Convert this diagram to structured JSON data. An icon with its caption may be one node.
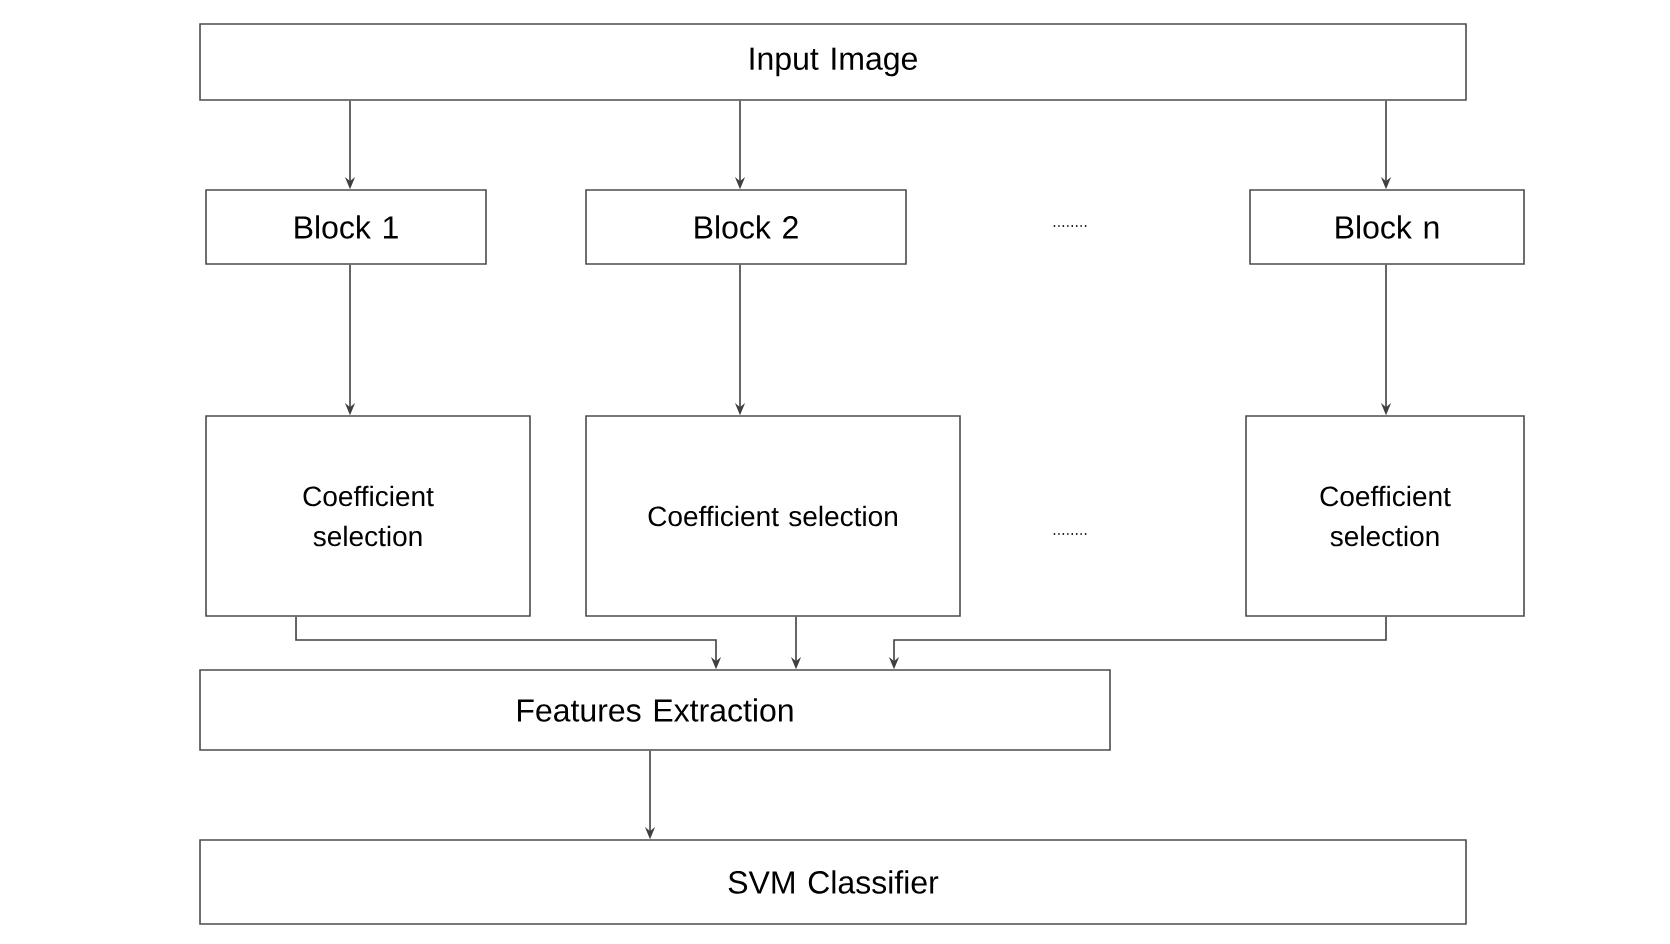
{
  "diagram": {
    "nodes": [
      {
        "text": [
          "Input Image"
        ]
      },
      {
        "text": [
          "Block 1"
        ]
      },
      {
        "text": [
          "Block 2"
        ]
      },
      {
        "text": [
          "Block n"
        ]
      },
      {
        "text": [
          "Coefficient selection"
        ]
      },
      {
        "text": [
          "Coefficient selection"
        ]
      },
      {
        "text": [
          "Coefficient selection"
        ]
      },
      {
        "text": [
          "Features Extraction"
        ]
      },
      {
        "text": [
          "SVM Classifier"
        ]
      }
    ],
    "edges": [
      {
        "from": 0,
        "to": 1,
        "arrow": "to"
      },
      {
        "from": 0,
        "to": 2,
        "arrow": "to"
      },
      {
        "from": 0,
        "to": 3,
        "arrow": "to"
      },
      {
        "from": 1,
        "to": 4,
        "arrow": "to"
      },
      {
        "from": 2,
        "to": 5,
        "arrow": "to"
      },
      {
        "from": 3,
        "to": 6,
        "arrow": "to"
      },
      {
        "from": 4,
        "to": 7,
        "arrow": "to"
      },
      {
        "from": 5,
        "to": 7,
        "arrow": "to"
      },
      {
        "from": 6,
        "to": 7,
        "arrow": "to"
      },
      {
        "from": 7,
        "to": 8,
        "arrow": "to"
      }
    ],
    "labels": [
      "........",
      "........"
    ]
  }
}
